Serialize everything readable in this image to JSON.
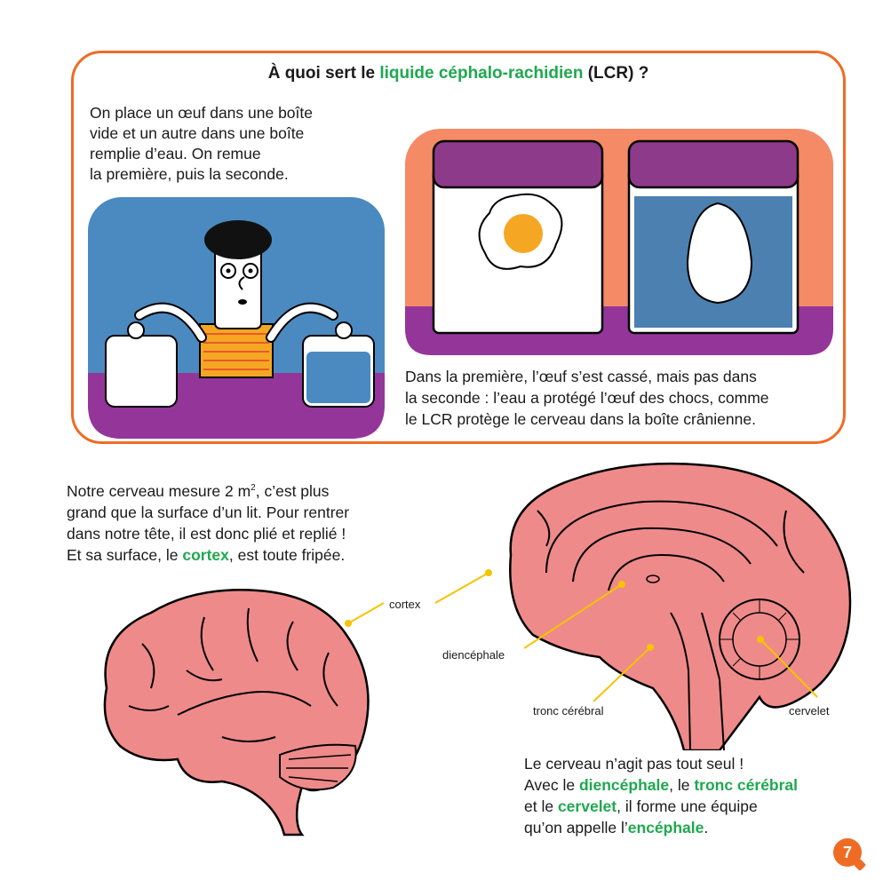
{
  "box": {
    "title_prefix": "À quoi sert le ",
    "title_highlight": "liquide céphalo-rachidien",
    "title_suffix": " (LCR) ?",
    "intro_lines": [
      "On place un œuf dans une boîte",
      "vide et un autre dans une boîte",
      "remplie d’eau. On remue",
      "la première, puis la seconde."
    ],
    "result_lines": [
      "Dans la première, l’œuf s’est cassé, mais pas dans",
      "la seconde : l’eau a protégé l’œuf des chocs, comme",
      "le LCR protège le cerveau dans la boîte crânienne."
    ]
  },
  "brain_text": {
    "line1_a": "Notre cerveau mesure 2 m",
    "line1_sup": "2",
    "line1_b": ", c’est plus",
    "line2": "grand que la surface d’un lit. Pour rentrer",
    "line3": "dans notre tête, il est donc plié et replié !",
    "line4_a": "Et sa surface, le ",
    "line4_highlight": "cortex",
    "line4_b": ", est toute fripée."
  },
  "labels": {
    "cortex": "cortex",
    "diencephale": "diencéphale",
    "tronc": "tronc cérébral",
    "cervelet": "cervelet"
  },
  "team_text": {
    "line1": "Le cerveau n’agit pas tout seul !",
    "line2_a": "Avec le ",
    "line2_h1": "diencéphale",
    "line2_b": ", le ",
    "line2_h2": "tronc cérébral",
    "line3_a": "et le ",
    "line3_h": "cervelet",
    "line3_b": ", il forme une équipe",
    "line4_a": "qu’on appelle l’",
    "line4_h": "encéphale",
    "line4_b": "."
  },
  "page_number": "7",
  "colors": {
    "accent_orange": "#ef6b24",
    "highlight_green": "#1fa84f",
    "brain_pink": "#ef8a8a",
    "label_line_yellow": "#f5c400"
  }
}
